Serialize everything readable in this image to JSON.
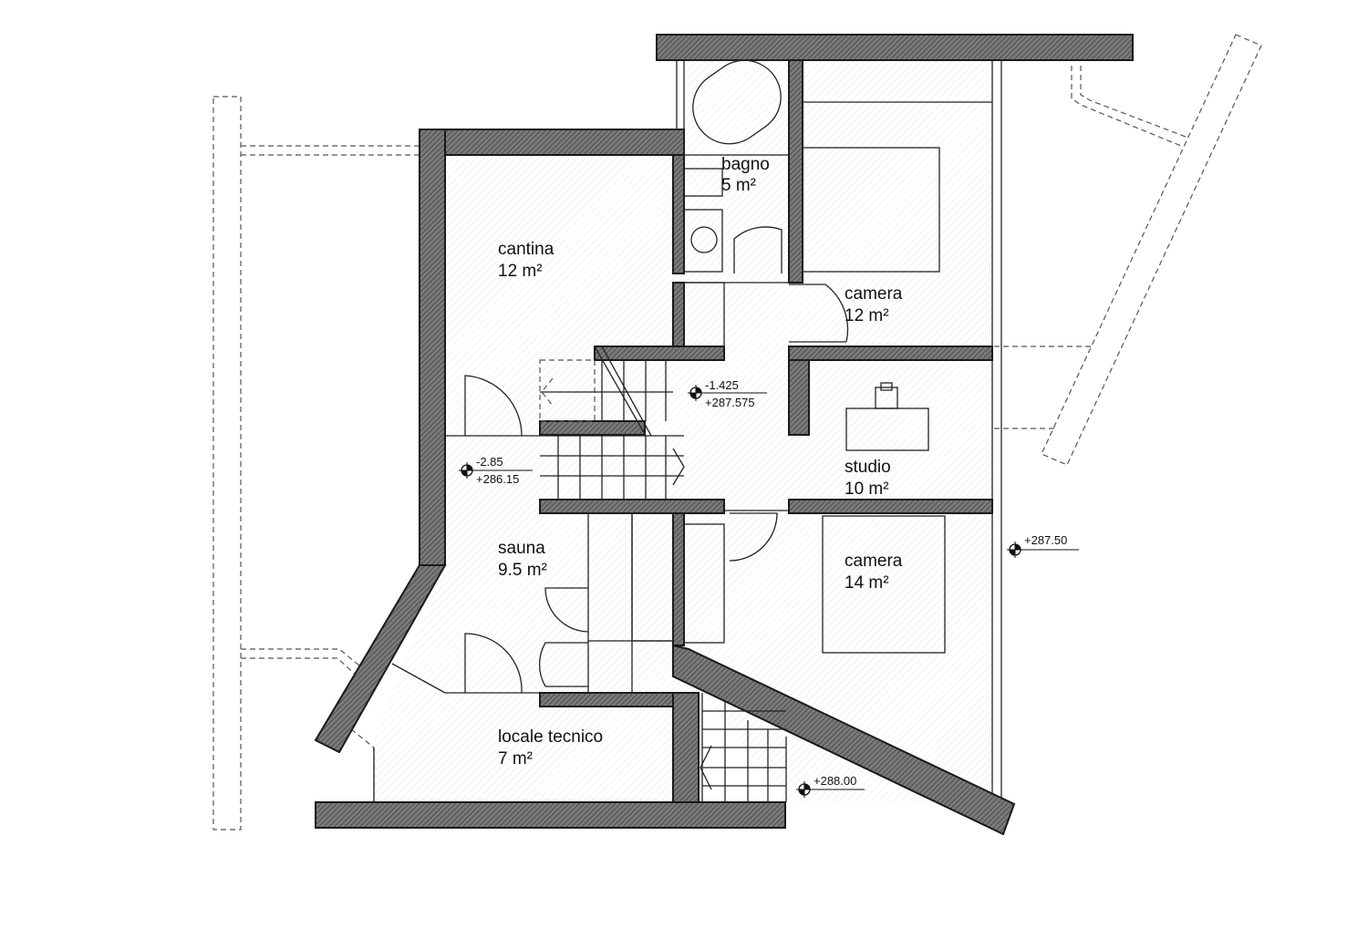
{
  "rooms": [
    {
      "name": "bagno",
      "area": "5 m²"
    },
    {
      "name": "cantina",
      "area": "12 m²"
    },
    {
      "name": "camera",
      "area": "12 m²"
    },
    {
      "name": "studio",
      "area": "10 m²"
    },
    {
      "name": "sauna",
      "area": "9.5 m²"
    },
    {
      "name": "camera",
      "area": "14 m²"
    },
    {
      "name": "locale tecnico",
      "area": "7 m²"
    }
  ],
  "levels": [
    {
      "top": "-1.425",
      "bottom": "+287.575"
    },
    {
      "top": "-2.85",
      "bottom": "+286.15"
    },
    {
      "top": "+287.50"
    },
    {
      "top": "+288.00"
    }
  ],
  "colors": {
    "wall": "#6f6f6f",
    "line": "#222222"
  }
}
